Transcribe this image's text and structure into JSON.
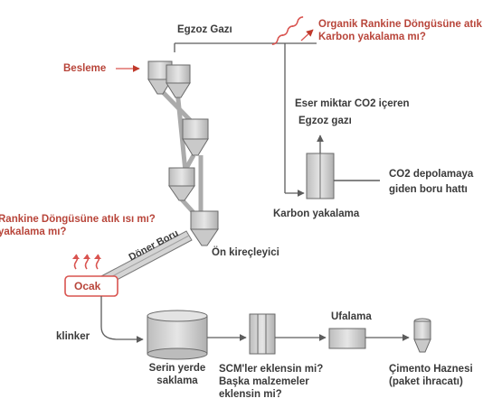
{
  "labels": {
    "exhaust_gas": "Egzoz Gazı",
    "orc_top_line1": "Organik Rankine Döngüsüne atık ısı mı?",
    "orc_top_line2": "Karbon yakalama mı?",
    "feed": "Besleme",
    "trace_co2_line1": "Eser miktar CO2 içeren",
    "trace_co2_line2": "Egzoz gazı",
    "co2_pipeline_line1": "CO2 depolamaya",
    "co2_pipeline_line2": "giden boru hattı",
    "carbon_capture": "Karbon yakalama",
    "orc_left_line1": "Rankine Döngüsüne atık ısı mı?",
    "orc_left_line2": "yakalama mı?",
    "precalciner": "Ön kireçleyici",
    "rotary_kiln": "Döner Boru",
    "furnace": "Ocak",
    "clinker": "klinker",
    "grinding": "Ufalama",
    "cool_storage_line1": "Serin yerde",
    "cool_storage_line2": "saklama",
    "scm_line1": "SCM'ler eklensin mi?",
    "scm_line2": "Başka malzemeler",
    "scm_line3": "eklensin mi?",
    "cement_silo_line1": "Çimento Haznesi",
    "cement_silo_line2": "(paket ihracatı)"
  },
  "colors": {
    "line": "#5c5c5c",
    "equipment_fill": "#d9d9d9",
    "heat_arrow": "#d9534f",
    "furnace_border": "#d9534f",
    "text": "#3a3a3a"
  }
}
